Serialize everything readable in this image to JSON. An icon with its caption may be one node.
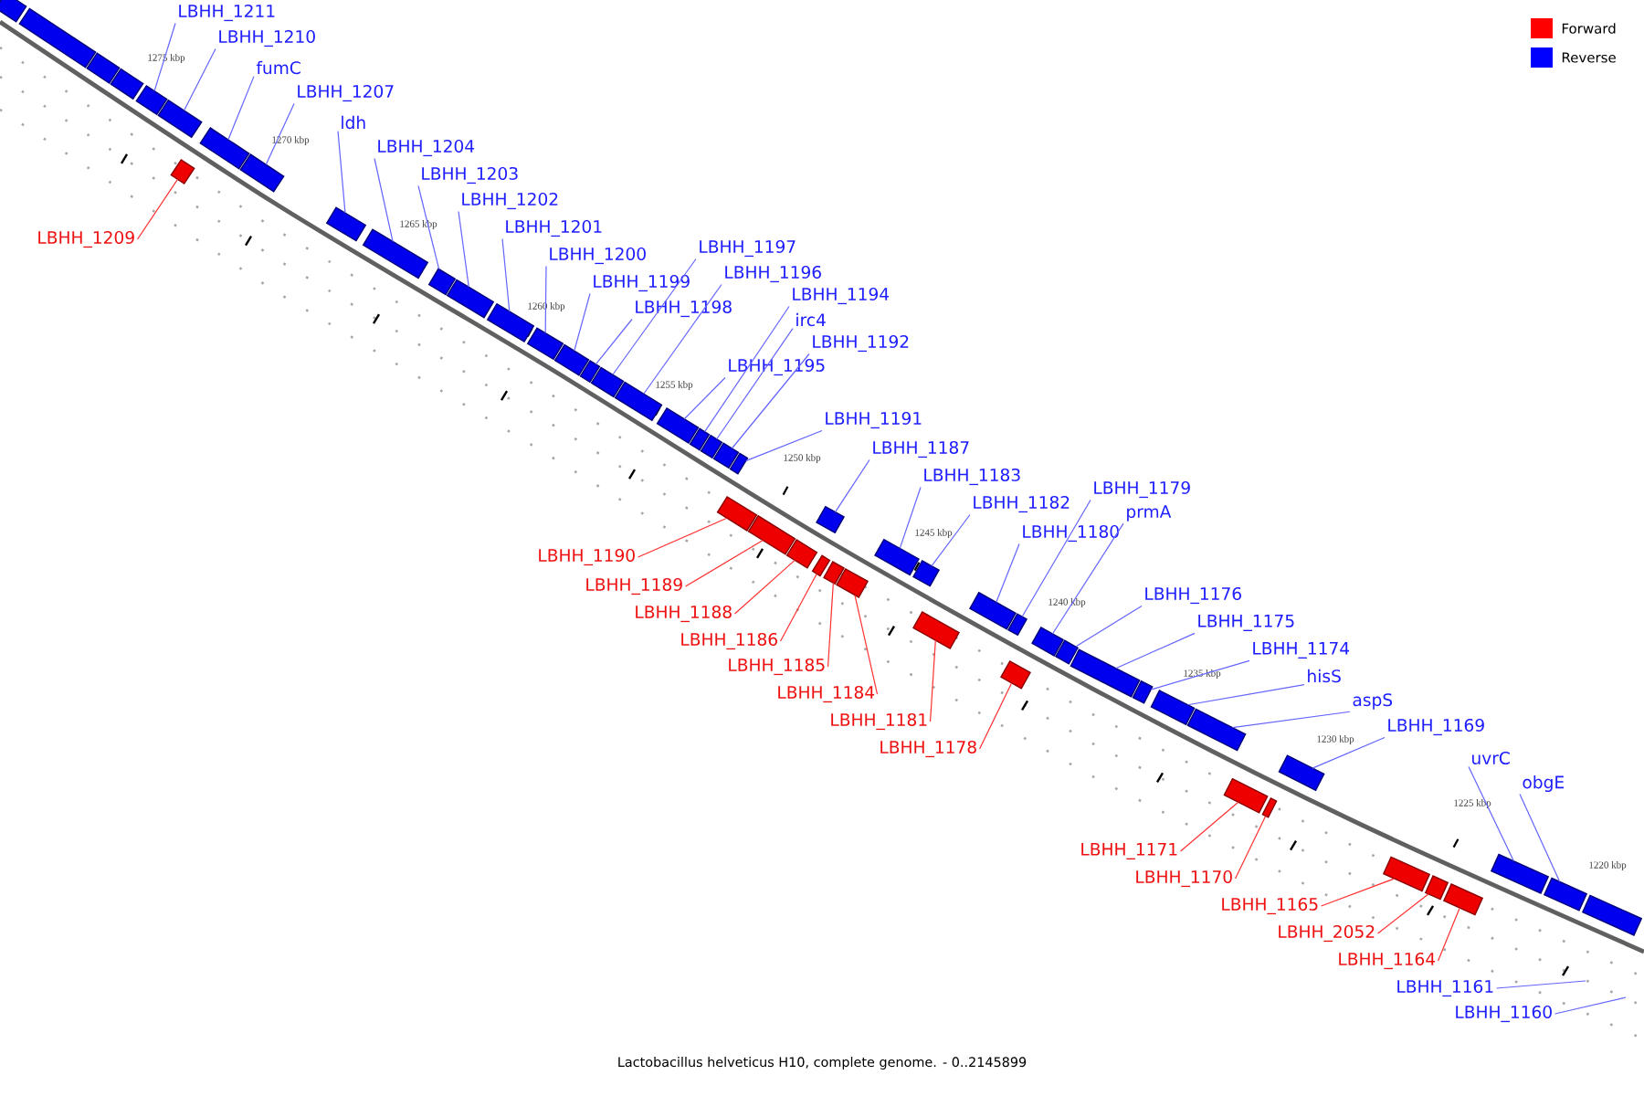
{
  "diagram": {
    "caption": "Lactobacillus helveticus H10, complete genome. - 0..2145899",
    "nodes": [
      {
        "text": [],
        "shape": "box"
      },
      {
        "text": [],
        "shape": "box"
      },
      {
        "text": [],
        "shape": "box"
      },
      {
        "text": [],
        "shape": "box"
      },
      {
        "text": [],
        "shape": "box"
      },
      {
        "text": [],
        "shape": "box"
      },
      {
        "text": [],
        "shape": "box"
      },
      {
        "text": [],
        "shape": "box"
      },
      {
        "text": [],
        "shape": "box"
      },
      {
        "text": [],
        "shape": "box"
      },
      {
        "text": [],
        "shape": "box"
      },
      {
        "text": [],
        "shape": "box"
      },
      {
        "text": [],
        "shape": "box"
      },
      {
        "text": [],
        "shape": "box"
      },
      {
        "text": [],
        "shape": "box"
      },
      {
        "text": [],
        "shape": "box"
      },
      {
        "text": [],
        "shape": "box"
      },
      {
        "text": [],
        "shape": "box"
      },
      {
        "text": [],
        "shape": "box"
      },
      {
        "text": [],
        "shape": "box"
      },
      {
        "text": [],
        "shape": "box"
      },
      {
        "text": [],
        "shape": "box"
      },
      {
        "text": [],
        "shape": "box"
      },
      {
        "text": [],
        "shape": "box"
      },
      {
        "text": [],
        "shape": "box"
      },
      {
        "text": [],
        "shape": "box"
      },
      {
        "text": [],
        "shape": "box"
      },
      {
        "text": [],
        "shape": "box"
      },
      {
        "text": [],
        "shape": "box"
      },
      {
        "text": [],
        "shape": "box"
      },
      {
        "text": [],
        "shape": "box"
      },
      {
        "text": [],
        "shape": "box"
      },
      {
        "text": [],
        "shape": "box"
      },
      {
        "text": [],
        "shape": "box"
      },
      {
        "text": [],
        "shape": "box"
      },
      {
        "text": [],
        "shape": "box"
      },
      {
        "text": [],
        "shape": "box"
      },
      {
        "text": [],
        "shape": "box"
      },
      {
        "text": [],
        "shape": "box"
      },
      {
        "text": [],
        "shape": "box"
      },
      {
        "text": [],
        "shape": "box"
      },
      {
        "text": [],
        "shape": "box"
      },
      {
        "text": [],
        "shape": "box"
      },
      {
        "text": [],
        "shape": "box"
      },
      {
        "text": [],
        "shape": "box"
      },
      {
        "text": [],
        "shape": "box"
      },
      {
        "text": [],
        "shape": "box"
      },
      {
        "text": [],
        "shape": "box"
      },
      {
        "text": [],
        "shape": "box"
      },
      {
        "text": [],
        "shape": "box"
      },
      {
        "text": [],
        "shape": "box"
      },
      {
        "text": [],
        "shape": "box"
      },
      {
        "text": [
          "LBHH_1211"
        ]
      },
      {
        "text": [
          "LBHH_1210"
        ]
      },
      {
        "text": [
          "fumC"
        ]
      },
      {
        "text": [
          "LBHH_1207"
        ]
      },
      {
        "text": [
          "ldh"
        ]
      },
      {
        "text": [
          "LBHH_1204"
        ]
      },
      {
        "text": [
          "LBHH_1203"
        ]
      },
      {
        "text": [
          "LBHH_1202"
        ]
      },
      {
        "text": [
          "LBHH_1201"
        ]
      },
      {
        "text": [
          "LBHH_1200"
        ]
      },
      {
        "text": [
          "LBHH_1199"
        ]
      },
      {
        "text": [
          "LBHH_1198"
        ]
      },
      {
        "text": [
          "LBHH_1197"
        ]
      },
      {
        "text": [
          "LBHH_1196"
        ]
      },
      {
        "text": [
          "LBHH_1194"
        ]
      },
      {
        "text": [
          "irc4"
        ]
      },
      {
        "text": [
          "LBHH_1192"
        ]
      },
      {
        "text": [
          "LBHH_1195"
        ]
      },
      {
        "text": [
          "LBHH_1191"
        ]
      },
      {
        "text": [
          "LBHH_1187"
        ]
      },
      {
        "text": [
          "LBHH_1183"
        ]
      },
      {
        "text": [
          "LBHH_1182"
        ]
      },
      {
        "text": [
          "LBHH_1179"
        ]
      },
      {
        "text": [
          "prmA"
        ]
      },
      {
        "text": [
          "LBHH_1180"
        ]
      },
      {
        "text": [
          "LBHH_1176"
        ]
      },
      {
        "text": [
          "LBHH_1175"
        ]
      },
      {
        "text": [
          "LBHH_1174"
        ]
      },
      {
        "text": [
          "hisS"
        ]
      },
      {
        "text": [
          "aspS"
        ]
      },
      {
        "text": [
          "LBHH_1169"
        ]
      },
      {
        "text": [
          "uvrC"
        ]
      },
      {
        "text": [
          "obgE"
        ]
      },
      {
        "text": [
          "LBHH_1161"
        ]
      },
      {
        "text": [
          "LBHH_1160"
        ]
      },
      {
        "text": [
          "LBHH_1209"
        ]
      },
      {
        "text": [
          "LBHH_1190"
        ]
      },
      {
        "text": [
          "LBHH_1189"
        ]
      },
      {
        "text": [
          "LBHH_1188"
        ]
      },
      {
        "text": [
          "LBHH_1186"
        ]
      },
      {
        "text": [
          "LBHH_1185"
        ]
      },
      {
        "text": [
          "LBHH_1184"
        ]
      },
      {
        "text": [
          "LBHH_1181"
        ]
      },
      {
        "text": [
          "LBHH_1178"
        ]
      },
      {
        "text": [
          "LBHH_1171"
        ]
      },
      {
        "text": [
          "LBHH_1170"
        ]
      },
      {
        "text": [
          "LBHH_1165"
        ]
      },
      {
        "text": [
          "LBHH_2052"
        ]
      },
      {
        "text": [
          "LBHH_1164"
        ]
      }
    ],
    "edges": [
      {
        "from": 52,
        "to": 4,
        "arrow": "none"
      },
      {
        "from": 53,
        "to": 5,
        "arrow": "none"
      },
      {
        "from": 54,
        "to": 7,
        "arrow": "none"
      },
      {
        "from": 55,
        "to": 8,
        "arrow": "none"
      },
      {
        "from": 56,
        "to": 9,
        "arrow": "none"
      },
      {
        "from": 57,
        "to": 10,
        "arrow": "none"
      },
      {
        "from": 58,
        "to": 11,
        "arrow": "none"
      },
      {
        "from": 59,
        "to": 12,
        "arrow": "none"
      },
      {
        "from": 60,
        "to": 13,
        "arrow": "none"
      },
      {
        "from": 61,
        "to": 14,
        "arrow": "none"
      },
      {
        "from": 62,
        "to": 15,
        "arrow": "none"
      },
      {
        "from": 63,
        "to": 16,
        "arrow": "none"
      },
      {
        "from": 64,
        "to": 17,
        "arrow": "none"
      },
      {
        "from": 65,
        "to": 18,
        "arrow": "none"
      },
      {
        "from": 66,
        "to": 20,
        "arrow": "none"
      },
      {
        "from": 67,
        "to": 21,
        "arrow": "none"
      },
      {
        "from": 68,
        "to": 22,
        "arrow": "none"
      },
      {
        "from": 69,
        "to": 19,
        "arrow": "none"
      },
      {
        "from": 70,
        "to": 23,
        "arrow": "none"
      },
      {
        "from": 71,
        "to": 28,
        "arrow": "none"
      },
      {
        "from": 72,
        "to": 31,
        "arrow": "none"
      },
      {
        "from": 73,
        "to": 32,
        "arrow": "none"
      },
      {
        "from": 74,
        "to": 36,
        "arrow": "none"
      },
      {
        "from": 75,
        "to": 37,
        "arrow": "none"
      },
      {
        "from": 76,
        "to": 34,
        "arrow": "none"
      },
      {
        "from": 77,
        "to": 38,
        "arrow": "none"
      },
      {
        "from": 78,
        "to": 39,
        "arrow": "none"
      },
      {
        "from": 79,
        "to": 40,
        "arrow": "none"
      },
      {
        "from": 80,
        "to": 41,
        "arrow": "none"
      },
      {
        "from": 81,
        "to": 42,
        "arrow": "none"
      },
      {
        "from": 82,
        "to": 45,
        "arrow": "none"
      },
      {
        "from": 83,
        "to": 49,
        "arrow": "none"
      },
      {
        "from": 84,
        "to": 50,
        "arrow": "none"
      },
      {
        "from": 85,
        "to": null,
        "arrow": "none"
      },
      {
        "from": 86,
        "to": null,
        "arrow": "none"
      },
      {
        "from": 87,
        "to": 6,
        "arrow": "none",
        "color": "#ff3030"
      },
      {
        "from": 88,
        "to": 24,
        "arrow": "none",
        "color": "#ff3030"
      },
      {
        "from": 89,
        "to": 25,
        "arrow": "none",
        "color": "#ff3030"
      },
      {
        "from": 90,
        "to": 26,
        "arrow": "none",
        "color": "#ff3030"
      },
      {
        "from": 91,
        "to": 27,
        "arrow": "none",
        "color": "#ff3030"
      },
      {
        "from": 92,
        "to": 29,
        "arrow": "none",
        "color": "#ff3030"
      },
      {
        "from": 93,
        "to": 30,
        "arrow": "none",
        "color": "#ff3030"
      },
      {
        "from": 94,
        "to": 33,
        "arrow": "none",
        "color": "#ff3030"
      },
      {
        "from": 95,
        "to": 35,
        "arrow": "none",
        "color": "#ff3030"
      },
      {
        "from": 96,
        "to": 43,
        "arrow": "none",
        "color": "#ff3030"
      },
      {
        "from": 97,
        "to": 44,
        "arrow": "none",
        "color": "#ff3030"
      },
      {
        "from": 98,
        "to": 46,
        "arrow": "none",
        "color": "#ff3030"
      },
      {
        "from": 99,
        "to": 47,
        "arrow": "none",
        "color": "#ff3030"
      },
      {
        "from": 100,
        "to": 48,
        "arrow": "none",
        "color": "#ff3030"
      }
    ],
    "labels": [
      "1275 kbp",
      "1270 kbp",
      "1265 kbp",
      "1260 kbp",
      "1255 kbp",
      "1250 kbp",
      "1245 kbp",
      "1240 kbp",
      "1235 kbp",
      "1230 kbp",
      "1225 kbp",
      "1220 kbp"
    ],
    "legend": [
      {
        "text": "Forward",
        "color": "#ff0000"
      },
      {
        "text": "Reverse",
        "color": "#0000ff"
      }
    ]
  }
}
